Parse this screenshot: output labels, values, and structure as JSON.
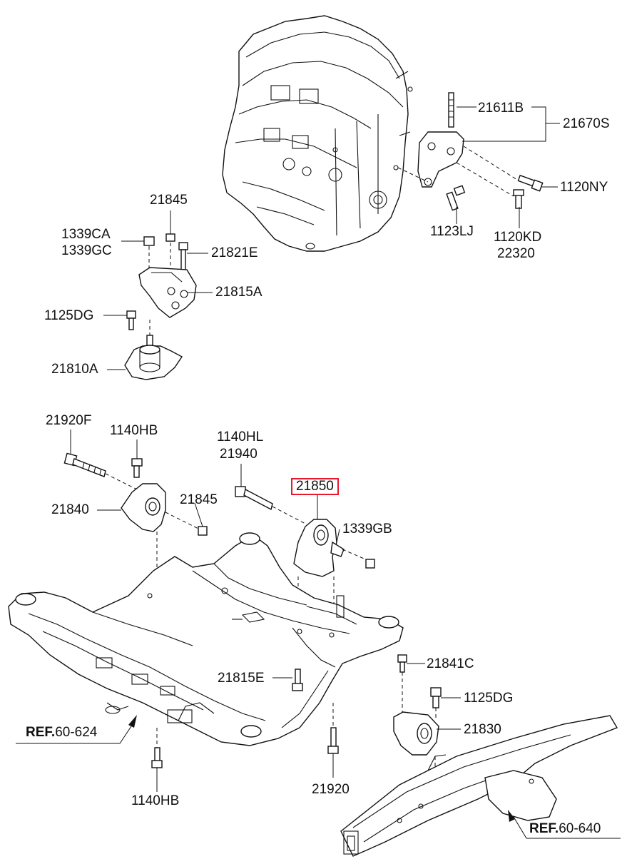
{
  "callouts": {
    "c21611B": "21611B",
    "c21670S": "21670S",
    "c1120NY": "1120NY",
    "c1123LJ": "1123LJ",
    "c1120KD": "1120KD",
    "c22320": "22320",
    "c21845_top": "21845",
    "c1339CA": "1339CA",
    "c1339GC": "1339GC",
    "c21821E": "21821E",
    "c21815A": "21815A",
    "c1125DG_top": "1125DG",
    "c21810A": "21810A",
    "c21920F": "21920F",
    "c1140HB_top": "1140HB",
    "c1140HL": "1140HL",
    "c21940": "21940",
    "c21850": "21850",
    "c21840": "21840",
    "c21845_mid": "21845",
    "c1339GB": "1339GB",
    "c21815E": "21815E",
    "c21841C": "21841C",
    "c1125DG_bot": "1125DG",
    "c21830": "21830",
    "c21920": "21920",
    "c1140HB_bot": "1140HB"
  },
  "refs": {
    "left": {
      "prefix": "REF.",
      "code": "60-624"
    },
    "right": {
      "prefix": "REF.",
      "code": "60-640"
    }
  },
  "highlight_color": "#e8192c"
}
